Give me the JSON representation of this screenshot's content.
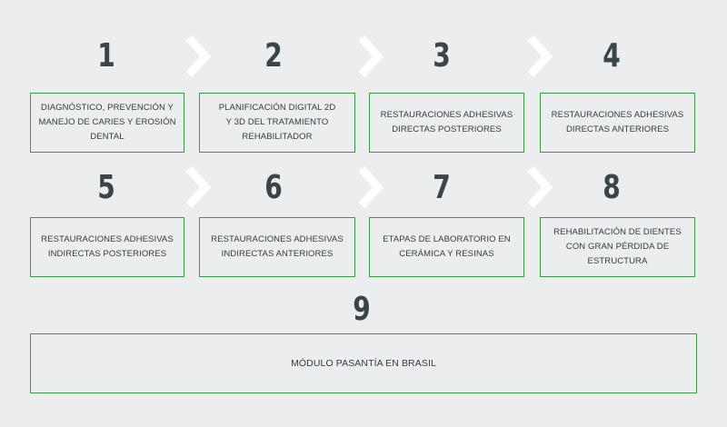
{
  "steps": [
    {
      "number": "1",
      "label": "DIAGNÓSTICO, PREVENCIÓN Y\nMANEJO DE CARIES Y EROSIÓN\nDENTAL"
    },
    {
      "number": "2",
      "label": "PLANIFICACIÓN DIGITAL 2D\nY 3D DEL TRATAMIENTO\nREHABILITADOR"
    },
    {
      "number": "3",
      "label": "RESTAURACIONES ADHESIVAS\nDIRECTAS POSTERIORES"
    },
    {
      "number": "4",
      "label": "RESTAURACIONES ADHESIVAS\nDIRECTAS ANTERIORES"
    },
    {
      "number": "5",
      "label": "RESTAURACIONES ADHESIVAS\nINDIRECTAS POSTERIORES"
    },
    {
      "number": "6",
      "label": "RESTAURACIONES ADHESIVAS\nINDIRECTAS ANTERIORES"
    },
    {
      "number": "7",
      "label": "ETAPAS DE LABORATORIO EN\nCERÁMICA Y RESINAS"
    },
    {
      "number": "8",
      "label": "REHABILITACIÓN DE DIENTES\nCON GRAN PÉRDIDA DE ESTRUCTURA"
    },
    {
      "number": "9",
      "label": "MÓDULO PASANTÍA EN BRASIL"
    }
  ],
  "colors": {
    "background": "#ebedee",
    "border_green": "#3f9a48",
    "number_text": "#3b4547",
    "chevron_white": "#ffffff"
  },
  "icons": [
    "chevron-right-icon"
  ]
}
